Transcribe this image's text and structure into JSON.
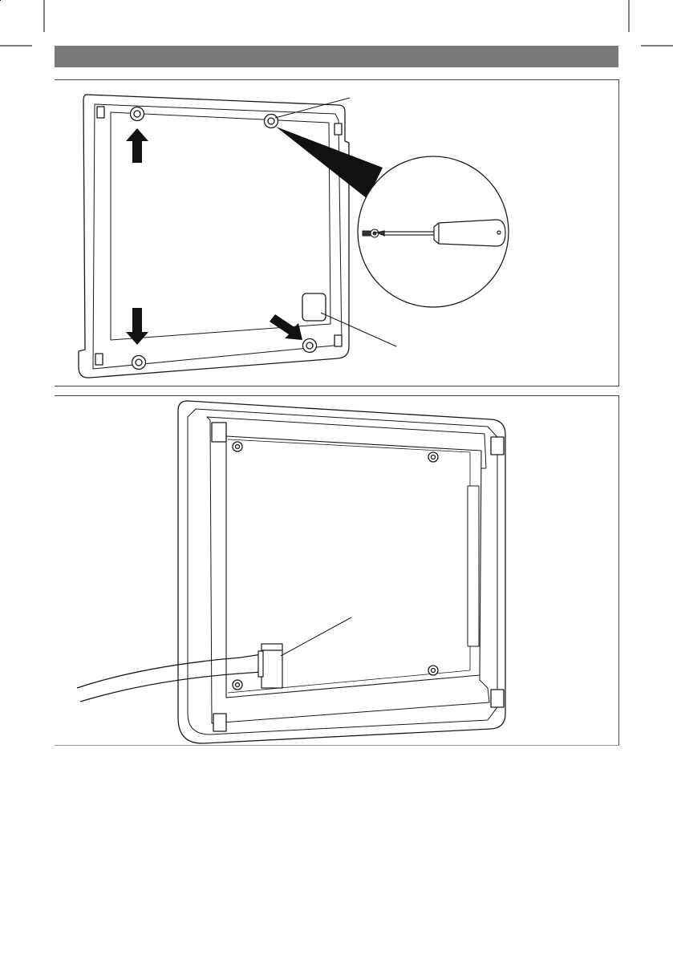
{
  "header": {
    "title": ""
  },
  "figures": [
    {
      "id": "figure-1",
      "callouts": 2
    },
    {
      "id": "figure-2",
      "callouts": 1
    }
  ],
  "colors": {
    "header_bar": "#7a7a7a",
    "line": "#1a1a1a",
    "arrow": "#111111"
  }
}
